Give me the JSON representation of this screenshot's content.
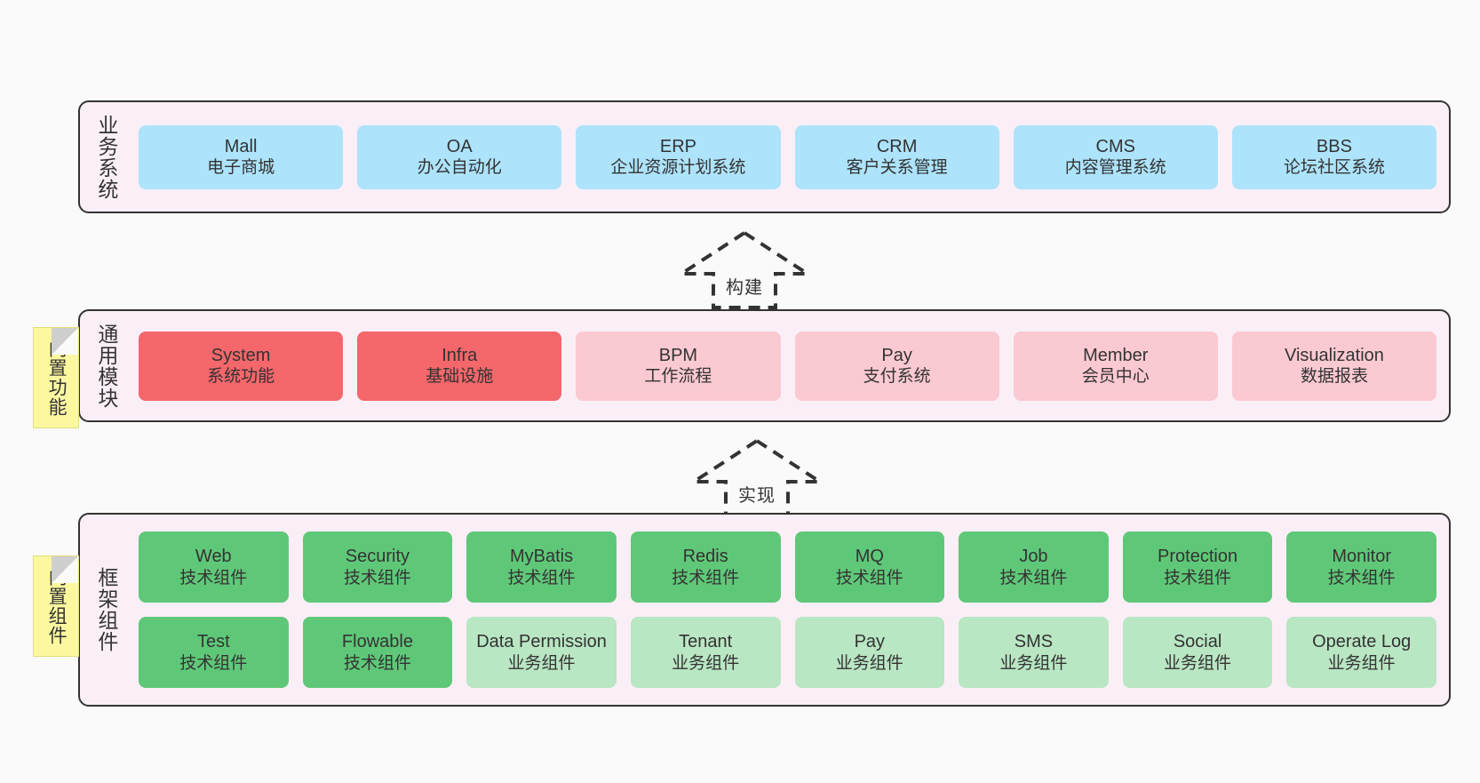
{
  "theme": {
    "background": "#fafafa",
    "band_fill": "#fbeff7",
    "band_border": "#333333",
    "blue": "#ade3fb",
    "red": "#f4676b",
    "pink": "#fbc9d2",
    "green": "#5fc878",
    "light_green": "#b9e6c3",
    "note_yellow": "#fbf8a0",
    "text": "#333333"
  },
  "layers": {
    "business": {
      "title": "业务系统",
      "cards": [
        {
          "en": "Mall",
          "cn": "电子商城"
        },
        {
          "en": "OA",
          "cn": "办公自动化"
        },
        {
          "en": "ERP",
          "cn": "企业资源计划系统"
        },
        {
          "en": "CRM",
          "cn": "客户关系管理"
        },
        {
          "en": "CMS",
          "cn": "内容管理系统"
        },
        {
          "en": "BBS",
          "cn": "论坛社区系统"
        }
      ]
    },
    "modules": {
      "title": "通用模块",
      "note": "内置功能",
      "cards": [
        {
          "en": "System",
          "cn": "系统功能",
          "tone": "red"
        },
        {
          "en": "Infra",
          "cn": "基础设施",
          "tone": "red"
        },
        {
          "en": "BPM",
          "cn": "工作流程",
          "tone": "pink"
        },
        {
          "en": "Pay",
          "cn": "支付系统",
          "tone": "pink"
        },
        {
          "en": "Member",
          "cn": "会员中心",
          "tone": "pink"
        },
        {
          "en": "Visualization",
          "cn": "数据报表",
          "tone": "pink"
        }
      ]
    },
    "framework": {
      "title": "框架组件",
      "note": "内置组件",
      "row1": [
        {
          "en": "Web",
          "cn": "技术组件",
          "tone": "green"
        },
        {
          "en": "Security",
          "cn": "技术组件",
          "tone": "green"
        },
        {
          "en": "MyBatis",
          "cn": "技术组件",
          "tone": "green"
        },
        {
          "en": "Redis",
          "cn": "技术组件",
          "tone": "green"
        },
        {
          "en": "MQ",
          "cn": "技术组件",
          "tone": "green"
        },
        {
          "en": "Job",
          "cn": "技术组件",
          "tone": "green"
        },
        {
          "en": "Protection",
          "cn": "技术组件",
          "tone": "green"
        },
        {
          "en": "Monitor",
          "cn": "技术组件",
          "tone": "green"
        }
      ],
      "row2": [
        {
          "en": "Test",
          "cn": "技术组件",
          "tone": "green"
        },
        {
          "en": "Flowable",
          "cn": "技术组件",
          "tone": "green"
        },
        {
          "en": "Data Permission",
          "cn": "业务组件",
          "tone": "light_green"
        },
        {
          "en": "Tenant",
          "cn": "业务组件",
          "tone": "light_green"
        },
        {
          "en": "Pay",
          "cn": "业务组件",
          "tone": "light_green"
        },
        {
          "en": "SMS",
          "cn": "业务组件",
          "tone": "light_green"
        },
        {
          "en": "Social",
          "cn": "业务组件",
          "tone": "light_green"
        },
        {
          "en": "Operate Log",
          "cn": "业务组件",
          "tone": "light_green"
        }
      ]
    }
  },
  "connectors": [
    {
      "label": "构建",
      "direction": "up",
      "style": "dashed-block-arrow"
    },
    {
      "label": "实现",
      "direction": "up",
      "style": "dashed-block-arrow"
    }
  ]
}
